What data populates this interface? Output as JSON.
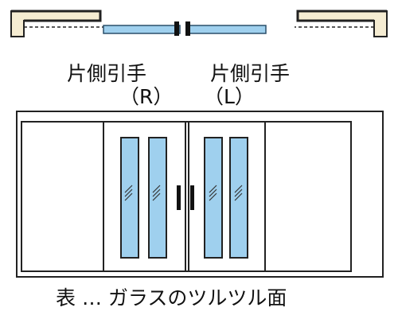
{
  "door_labels": {
    "right": {
      "name": "片側引手",
      "side": "（R）"
    },
    "left": {
      "name": "片側引手",
      "side": "（L）"
    }
  },
  "caption": "表 … ガラスのツルツル面",
  "colors": {
    "glass": "#9fd0ee",
    "glass_stroke": "#2a4f6a",
    "frame_fill": "#f5ecd2",
    "line": "#222222",
    "handle": "#111111"
  }
}
